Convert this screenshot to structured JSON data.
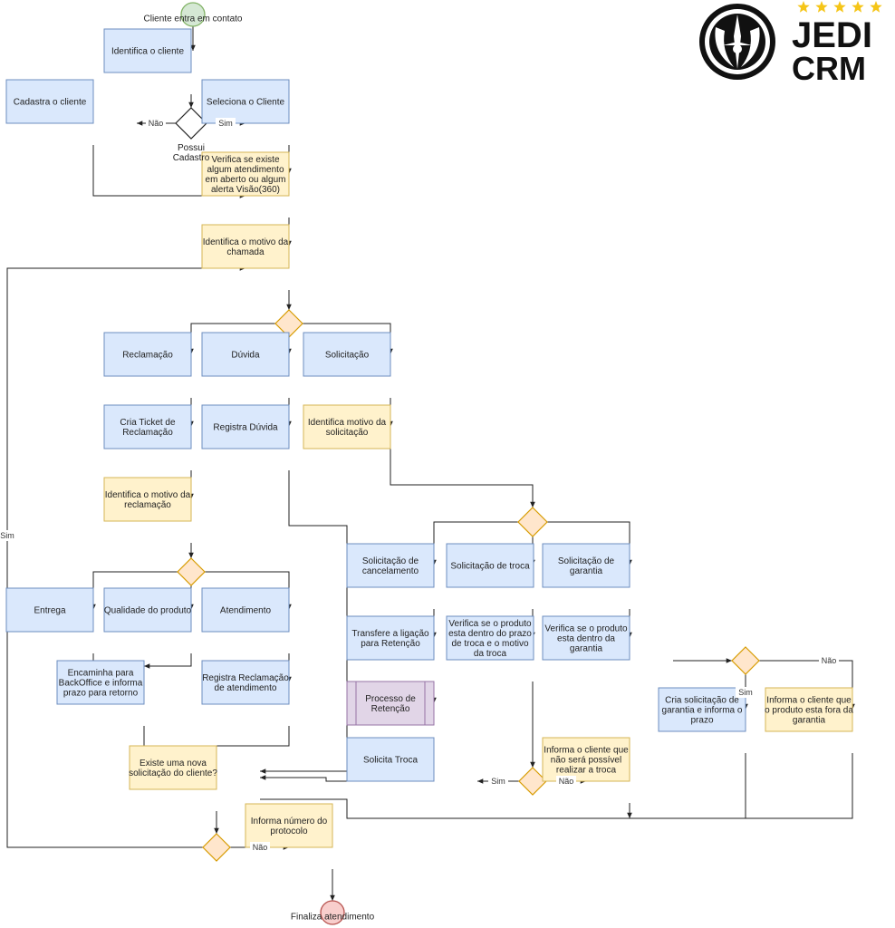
{
  "colors": {
    "process_fill": "#dae8fc",
    "process_stroke": "#6c8ebf",
    "note_fill": "#fff2cc",
    "note_stroke": "#d6b656",
    "decision_fill": "#ffe6cc",
    "decision_stroke": "#d79b00",
    "subprocess_fill": "#e1d5e7",
    "subprocess_stroke": "#9673a6",
    "start_fill": "#d5e8d4",
    "start_stroke": "#82b366",
    "end_fill": "#f8cecc",
    "end_stroke": "#b85450",
    "edge": "#222222",
    "star": "#f5c518"
  },
  "logo": {
    "line1": "JEDI",
    "line2": "CRM",
    "stars": 5
  },
  "nodes": {
    "start": [
      "Cliente entra em contato"
    ],
    "identifica_cliente": [
      "Identifica o cliente"
    ],
    "cadastra_cliente": [
      "Cadastra o cliente"
    ],
    "possui_cadastro_label": [
      "Possui",
      "Cadastro"
    ],
    "seleciona_cliente": [
      "Seleciona o Cliente"
    ],
    "verifica_atendimento": [
      "Verifica se existe",
      "algum atendimento",
      "em aberto ou algum",
      "alerta Visão(360)"
    ],
    "identifica_motivo_chamada": [
      "Identifica o motivo da",
      "chamada"
    ],
    "reclamacao": [
      "Reclamação"
    ],
    "duvida": [
      "Dúvida"
    ],
    "solicitacao": [
      "Solicitação"
    ],
    "cria_ticket": [
      "Cria Ticket de",
      "Reclamação"
    ],
    "registra_duvida": [
      "Registra Dúvida"
    ],
    "identifica_motivo_solicitacao": [
      "Identifica motivo da",
      "solicitação"
    ],
    "identifica_motivo_reclamacao": [
      "Identifica o motivo da",
      "reclamação"
    ],
    "entrega": [
      "Entrega"
    ],
    "qualidade_produto": [
      "Qualidade do produto"
    ],
    "atendimento": [
      "Atendimento"
    ],
    "encaminha_backoffice": [
      "Encaminha para",
      "BackOffice e informa",
      "prazo para retorno"
    ],
    "registra_reclamacao_atendimento": [
      "Registra Reclamação",
      "de atendimento"
    ],
    "solicitacao_cancelamento": [
      "Solicitação de",
      "cancelamento"
    ],
    "solicitacao_troca": [
      "Solicitação de troca"
    ],
    "solicitacao_garantia": [
      "Solicitação de",
      "garantia"
    ],
    "transfere_retencao": [
      "Transfere a ligação",
      "para Retenção"
    ],
    "processo_retencao": [
      "Processo de",
      "Retenção"
    ],
    "verifica_prazo_troca": [
      "Verifica se o produto",
      "esta dentro do prazo",
      "de troca e o motivo",
      "da troca"
    ],
    "verifica_garantia": [
      "Verifica se o produto",
      "esta dentro da",
      "garantia"
    ],
    "cria_solicitacao_garantia": [
      "Cria solicitação de",
      "garantia e informa o",
      "prazo"
    ],
    "informa_fora_garantia": [
      "Informa o cliente que",
      "o produto esta fora da",
      "garantia"
    ],
    "solicita_troca": [
      "Solicita Troca"
    ],
    "informa_nao_troca": [
      "Informa o cliente que",
      "não será possível",
      "realizar a troca"
    ],
    "existe_nova_solicitacao": [
      "Existe uma nova",
      "solicitação do cliente?"
    ],
    "informa_protocolo": [
      "Informa número do",
      "protocolo"
    ],
    "end": [
      "Finaliza atendimento"
    ]
  },
  "edge_labels": {
    "nao_cadastra": "Não",
    "sim_seleciona": "Sim",
    "sim_loop": "Sim",
    "nao_protocolo": "Não",
    "sim_solicita_troca": "Sim",
    "nao_informa_troca": "Não",
    "nao_fora_garantia": "Não",
    "sim_cria_garantia": "Sim"
  }
}
